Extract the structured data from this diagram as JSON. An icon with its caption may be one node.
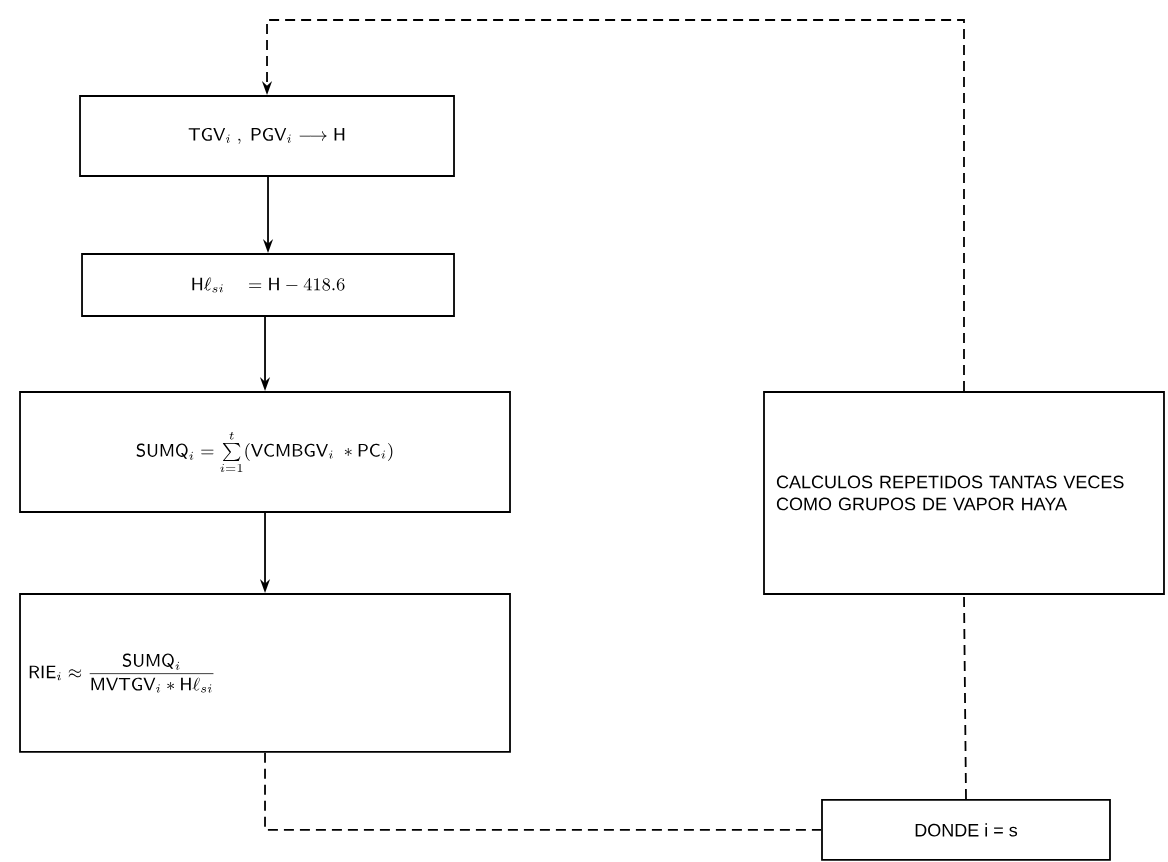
{
  "diagram": {
    "nodes": [
      {
        "text": [
          "\\mathsf{TGV}_{i}\\ ,\\ \\mathsf{PGV}_{i} \\longrightarrow \\mathsf{H}"
        ]
      },
      {
        "text": [
          "\\mathsf{H}\\ell_{si}\\quad = \\mathsf{H} - 418.6"
        ]
      },
      {
        "text": [
          "\\mathsf{SUMQ}_{i} = \\sum\\limits_{i=1}^{t} (\\mathsf{VCMBGV}_{i}\\ * \\mathsf{PC}_{i})"
        ]
      },
      {
        "text": [
          "\\mathsf{RIE}_{i} \\approx \\frac{\\mathsf{SUMQ}_{i}}{\\mathsf{MVTGV}_{i} * \\mathsf{H}\\ell_{si}}"
        ]
      },
      {
        "text": [
          "CALCULOS REPETIDOS TANTAS VECES COMO GRUPOS DE VAPOR HAYA"
        ]
      },
      {
        "text": [
          "DONDE i = s"
        ]
      }
    ],
    "edges": [
      {
        "from": 0,
        "to": 1,
        "arrow": "to"
      },
      {
        "from": 1,
        "to": 2,
        "arrow": "to"
      },
      {
        "from": 2,
        "to": 3,
        "arrow": "to"
      },
      {
        "from": 3,
        "to": 5,
        "arrow": "none",
        "style": "dashed"
      },
      {
        "from": 5,
        "to": 4,
        "arrow": "none",
        "style": "dashed"
      },
      {
        "from": 4,
        "to": 0,
        "arrow": "to",
        "style": "dashed"
      }
    ]
  }
}
